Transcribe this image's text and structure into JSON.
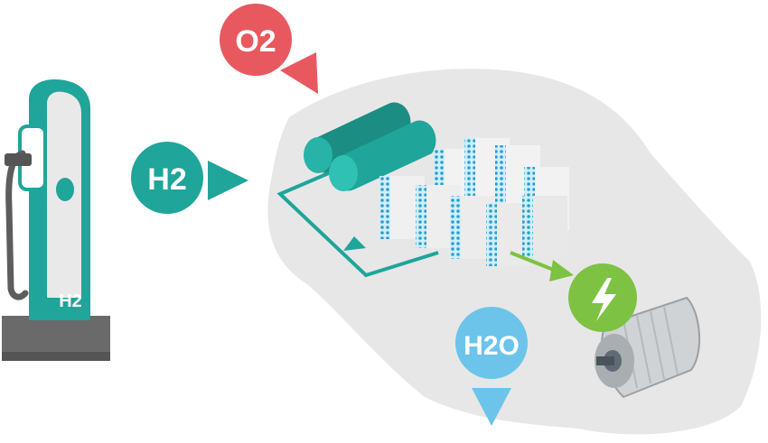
{
  "labels": {
    "oxygen": "O2",
    "hydrogen": "H2",
    "water": "H2O",
    "pump": "H2"
  },
  "colors": {
    "teal": "#1fa59a",
    "teal_dark": "#15837a",
    "oxygen_red": "#e8595f",
    "water_blue": "#6cc4ea",
    "power_green": "#7dc242",
    "car_gray": "#e7e7e7",
    "pump_gray": "#6a6a6a",
    "cell_blue": "#2a9fd0"
  },
  "icons": {
    "power": "lightning-bolt-icon",
    "motor": "electric-motor-icon",
    "tank": "hydrogen-tank-icon",
    "stack": "fuel-cell-stack-icon",
    "station": "hydrogen-pump-icon"
  }
}
